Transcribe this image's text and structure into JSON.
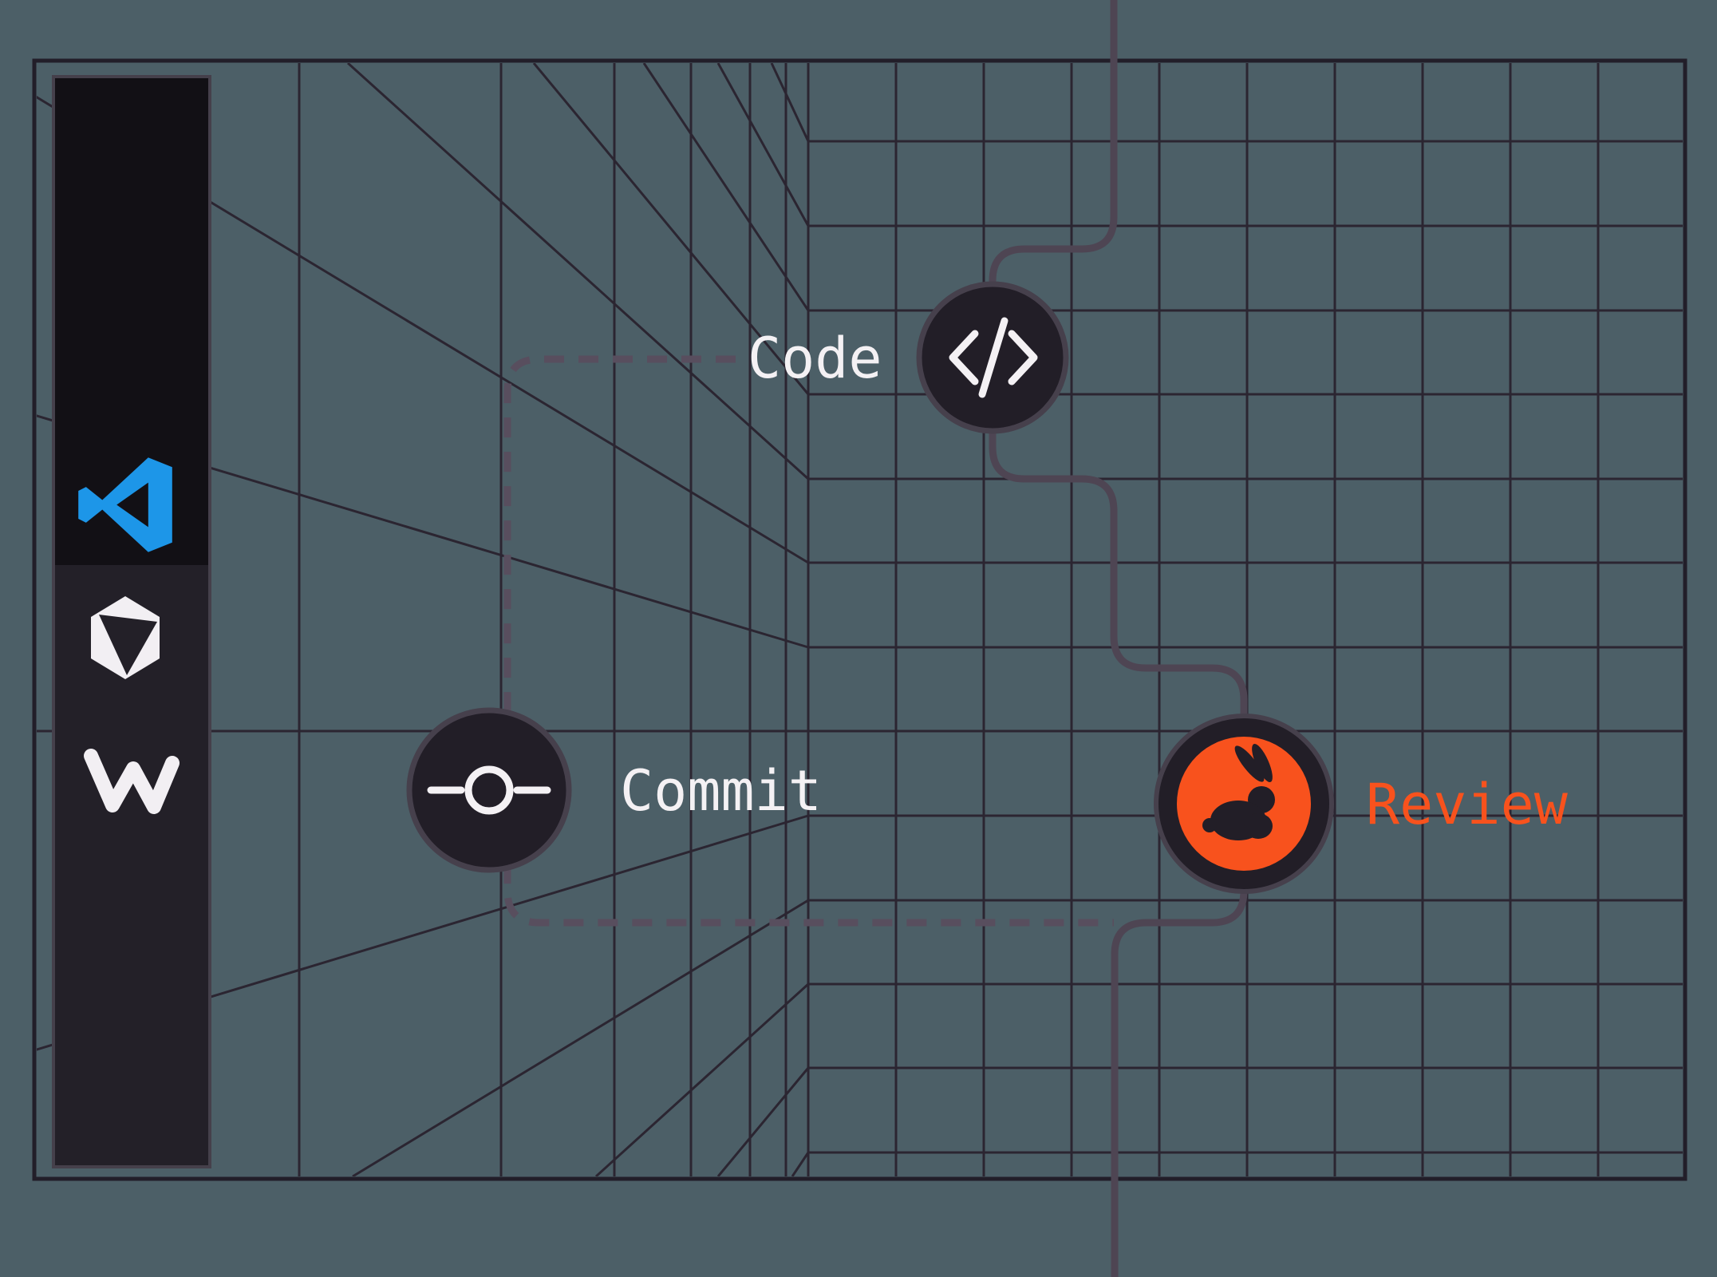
{
  "scene": {
    "background_color": "#4C5F67",
    "grid_color": "#2B2531",
    "frame_color": "#221E29",
    "solid_path_color": "#4E4553",
    "dashed_path_color": "#584E5E"
  },
  "sidebar": {
    "background": "#232028",
    "active_background": "#121015",
    "border_color": "#45404B",
    "items": [
      {
        "id": "vscode",
        "icon": "vscode-icon",
        "active": true,
        "brand_color": "#1D96E8"
      },
      {
        "id": "cursor",
        "icon": "cursor-icon",
        "active": false,
        "brand_color": "#F2EFF3"
      },
      {
        "id": "windsurf",
        "icon": "windsurf-icon",
        "active": false,
        "brand_color": "#F2EFF3"
      }
    ]
  },
  "workflow": {
    "nodes": [
      {
        "id": "code",
        "label": "Code",
        "label_color": "#F4F1F4",
        "icon": "code-tag-icon",
        "fill": "#221E27",
        "ring": "#46404C"
      },
      {
        "id": "commit",
        "label": "Commit",
        "label_color": "#F4F1F4",
        "icon": "git-commit-icon",
        "fill": "#221E27",
        "ring": "#46404C"
      },
      {
        "id": "review",
        "label": "Review",
        "label_color": "#F8521D",
        "icon": "coderabbit-rabbit-icon",
        "fill": "#F8521D",
        "ring": "#221E27"
      }
    ],
    "accent_orange": "#F8521D"
  }
}
